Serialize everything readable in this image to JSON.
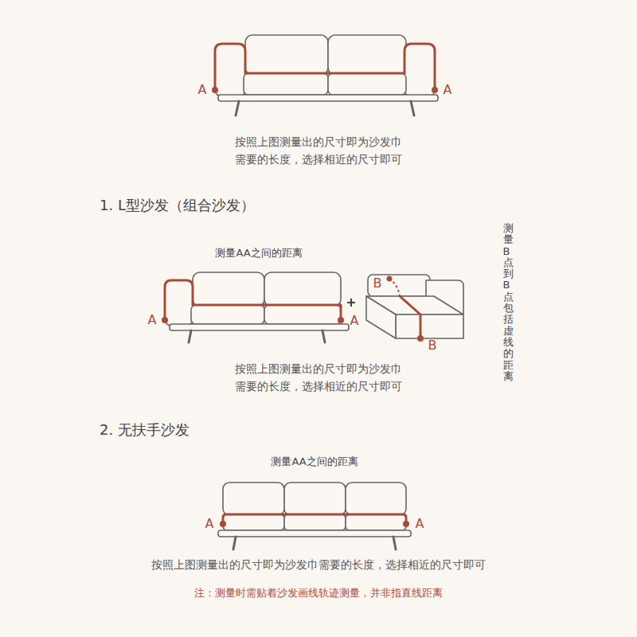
{
  "diagram": {
    "labels": [
      "按照上图测量出的尺寸即为沙发巾 需要的长度，选择相近的尺寸即可",
      "A",
      "A",
      "1. L型沙发（组合沙发）",
      "测量AA之间的距离",
      "A",
      "A",
      "B",
      "B",
      "测量B点到B点包括虚线的距离",
      "按照上图测量出的尺寸即为沙发巾 需要的长度，选择相近的尺寸即可",
      "2. 无扶手沙发",
      "测量AA之间的距离",
      "A",
      "A",
      "按照上图测量出的尺寸即为沙发巾需要的长度，选择相近的尺寸即可",
      "注：测量时需贴着沙发画线轨迹测量，并非指直线距离"
    ]
  }
}
